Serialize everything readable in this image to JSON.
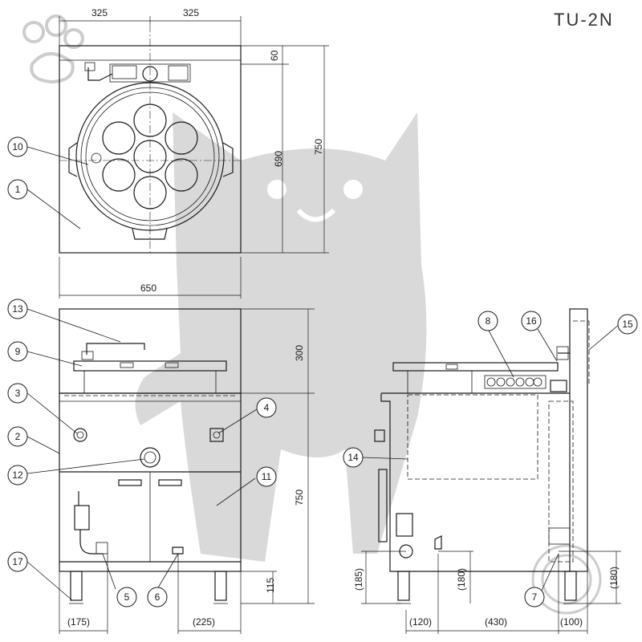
{
  "title": {
    "model": "TU-2N"
  },
  "dimensions": {
    "top_left": "325",
    "top_right": "325",
    "d60": "60",
    "d690": "690",
    "d750_plan": "750",
    "width_650": "650",
    "d300": "300",
    "d750_front": "750",
    "d115": "115",
    "d175": "(175)",
    "d225": "(225)",
    "d185": "(185)",
    "d180_a": "(180)",
    "d180_b": "(180)",
    "d120": "(120)",
    "d430": "(430)",
    "d100": "(100)"
  },
  "parts": {
    "p1": "1",
    "p2": "2",
    "p3": "3",
    "p4": "4",
    "p5": "5",
    "p6": "6",
    "p7": "7",
    "p8": "8",
    "p9": "9",
    "p10": "10",
    "p11": "11",
    "p12": "12",
    "p13": "13",
    "p14": "14",
    "p15": "15",
    "p16": "16",
    "p17": "17"
  },
  "colors": {
    "line": "#1a1a1a",
    "watermark": "#d9d9d9"
  }
}
